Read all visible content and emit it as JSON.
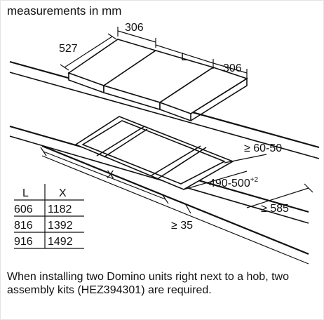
{
  "caption": "measurements in mm",
  "dimensions": {
    "depth": "527",
    "unit_width_left": "306",
    "length_L": "L",
    "unit_width_right": "306",
    "cutout_length_X": "X",
    "cutout_depth": "490-500",
    "cutout_depth_footnote": "+2",
    "edge_distance": "≥ 60-50",
    "rear_clearance": "≥ 585",
    "front_clearance": "≥ 35"
  },
  "table": {
    "headers": [
      "L",
      "X"
    ],
    "rows": [
      [
        "606",
        "1182"
      ],
      [
        "816",
        "1392"
      ],
      [
        "916",
        "1492"
      ]
    ]
  },
  "note": "When installing two Domino units right next to a hob, two assembly kits (HEZ394301) are required."
}
